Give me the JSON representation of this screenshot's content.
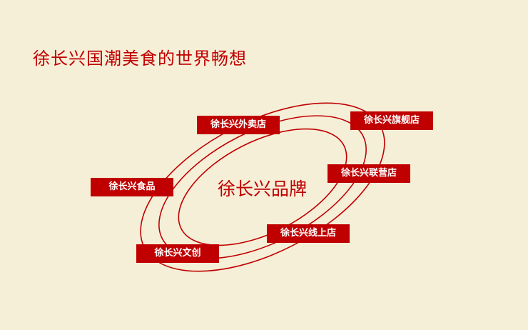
{
  "title": "徐长兴国潮美食的世界畅想",
  "center_label": "徐长兴品牌",
  "labels": {
    "takeout": "徐长兴外卖店",
    "flagship": "徐长兴旗舰店",
    "food": "徐长兴食品",
    "franchise": "徐长兴联营店",
    "online": "徐长兴线上店",
    "creative": "徐长兴文创"
  },
  "colors": {
    "accent": "#c00000",
    "background": "#f6efd8"
  }
}
